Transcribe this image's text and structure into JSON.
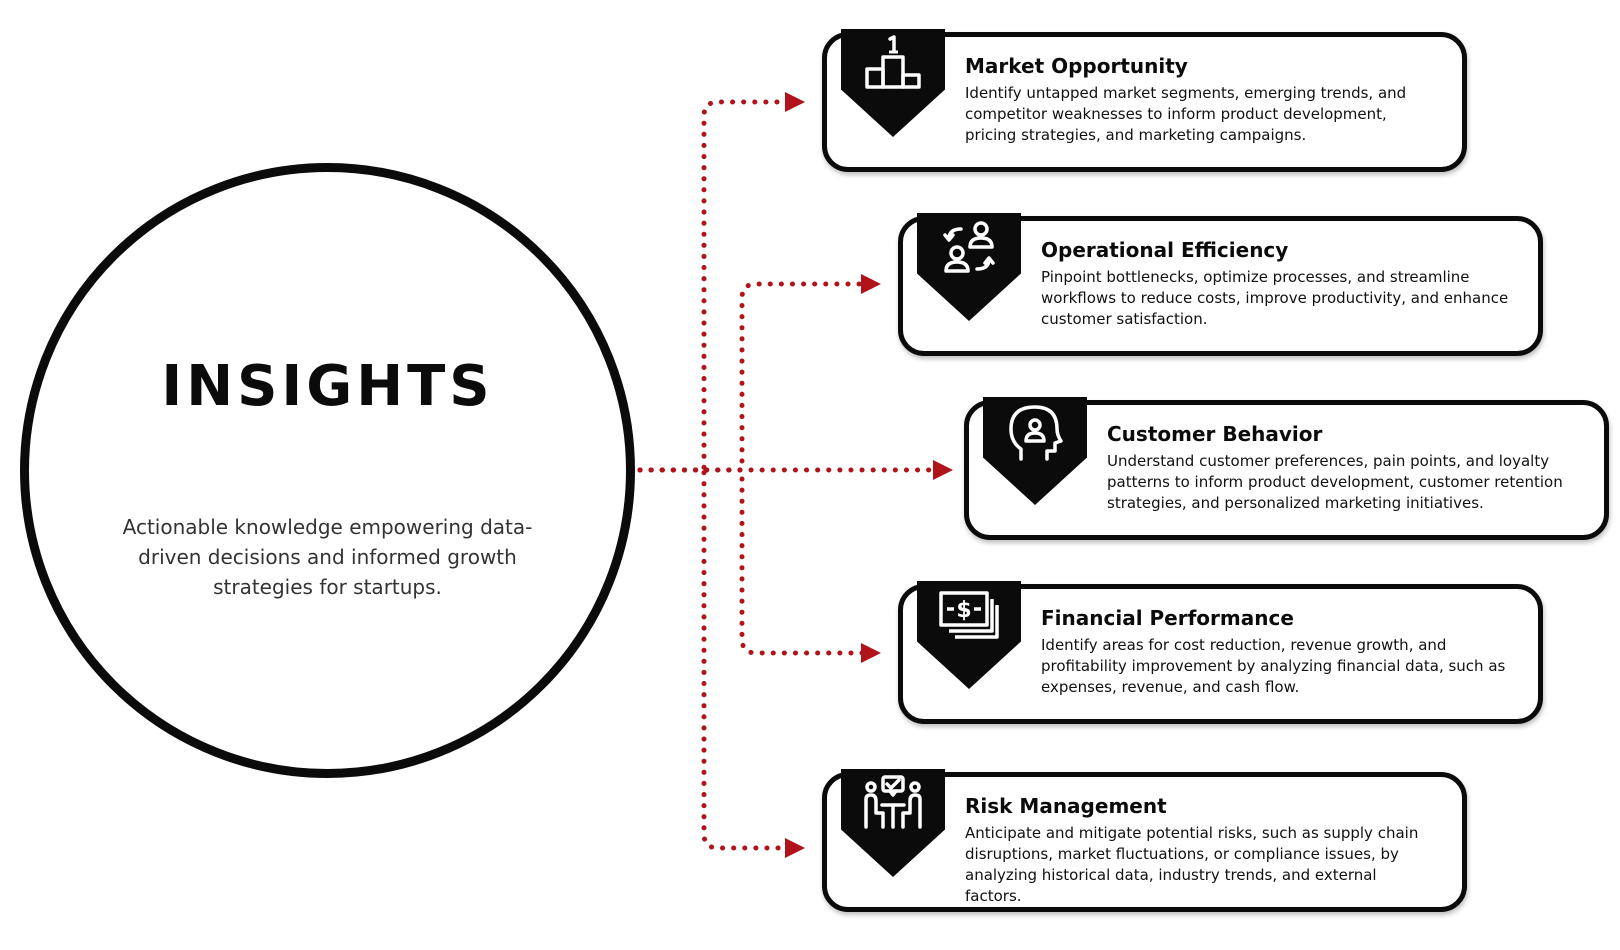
{
  "hub": {
    "title": "INSIGHTS",
    "description": "Actionable knowledge empowering data-driven decisions and informed growth strategies for startups."
  },
  "cards": [
    {
      "title": "Market Opportunity",
      "description": "Identify untapped market segments, emerging trends, and competitor weaknesses to inform product development, pricing strategies, and marketing campaigns.",
      "icon": "podium-icon"
    },
    {
      "title": "Operational Efficiency",
      "description": "Pinpoint bottlenecks, optimize processes, and streamline workflows to reduce costs, improve productivity, and enhance customer satisfaction.",
      "icon": "people-exchange-icon"
    },
    {
      "title": "Customer Behavior",
      "description": "Understand customer preferences, pain points, and loyalty patterns to inform product development, customer retention strategies, and personalized marketing initiatives.",
      "icon": "head-profile-icon"
    },
    {
      "title": "Financial Performance",
      "description": "Identify areas for cost reduction, revenue growth, and profitability improvement by analyzing financial data, such as expenses, revenue, and cash flow.",
      "icon": "money-icon"
    },
    {
      "title": "Risk Management",
      "description": "Anticipate and mitigate potential risks, such as supply chain disruptions, market fluctuations, or compliance issues, by analyzing historical data, industry trends, and external factors.",
      "icon": "team-meeting-icon"
    }
  ],
  "colors": {
    "connector": "#b0141a",
    "outline": "#0b0b0b"
  }
}
